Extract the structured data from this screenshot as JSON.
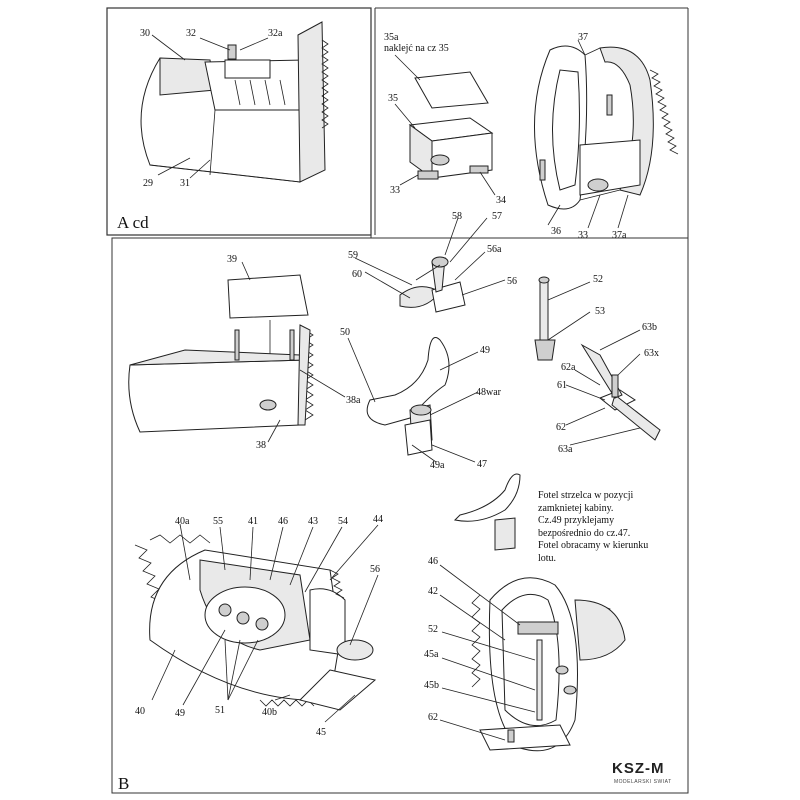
{
  "panels": {
    "top_left": {
      "title": "A cd"
    },
    "bottom": {
      "title": "B"
    }
  },
  "labels": {
    "p30": "30",
    "p32": "32",
    "p32a": "32a",
    "p29": "29",
    "p31": "31",
    "p35a": "35a",
    "p35a_note": "naklejć na cz 35",
    "p35": "35",
    "p33": "33",
    "p34": "34",
    "p37": "37",
    "p36": "36",
    "p33b": "33",
    "p37a": "37a",
    "p58": "58",
    "p57": "57",
    "p56a": "56a",
    "p59": "59",
    "p60": "60",
    "p56": "56",
    "p39": "39",
    "p38a": "38a",
    "p38": "38",
    "p50": "50",
    "p49": "49",
    "p48war": "48war",
    "p49a": "49a",
    "p47": "47",
    "p52": "52",
    "p53": "53",
    "p63b": "63b",
    "p63x": "63x",
    "p62a": "62a",
    "p61": "61",
    "p62": "62",
    "p63a": "63a",
    "p40a": "40a",
    "p55": "55",
    "p41": "41",
    "p46": "46",
    "p43": "43",
    "p54": "54",
    "p44": "44",
    "p56b": "56",
    "p40": "40",
    "p49b": "49",
    "p51": "51",
    "p40b": "40b",
    "p45": "45",
    "p46b": "46",
    "p42": "42",
    "p52b": "52",
    "p45a": "45a",
    "p45b": "45b",
    "p62b": "62"
  },
  "note_lines": [
    "Fotel strzelca w pozycji",
    "zamknietej kabiny.",
    "Cz.49 przyklejamy",
    "bezpośrednio do cz.47.",
    "Fotel obracamy w kierunku",
    "lotu."
  ],
  "logo": {
    "brand": "KSZ-M",
    "tagline": "MODELARSKI SWIAT"
  }
}
